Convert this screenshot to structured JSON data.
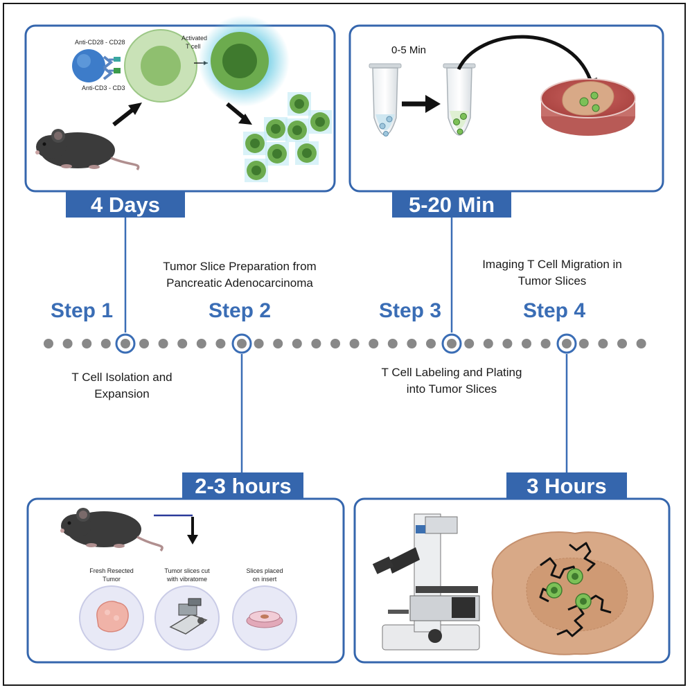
{
  "steps": [
    {
      "label": "Step 1",
      "desc_line1": "T Cell Isolation and",
      "desc_line2": "Expansion",
      "duration": "4 Days"
    },
    {
      "label": "Step 2",
      "desc_line1": "Tumor Slice Preparation from",
      "desc_line2": "Pancreatic Adenocarcinoma",
      "duration": "2-3 hours"
    },
    {
      "label": "Step 3",
      "desc_line1": "T Cell Labeling and Plating",
      "desc_line2": "into Tumor Slices",
      "duration": "5-20 Min"
    },
    {
      "label": "Step 4",
      "desc_line1": "Imaging T Cell Migration in",
      "desc_line2": "Tumor Slices",
      "duration": "3 Hours"
    }
  ],
  "panel1": {
    "antibody_top": "Anti-CD28 - CD28",
    "antibody_bottom": "Anti-CD3 - CD3",
    "activated_line1": "Activated",
    "activated_line2": "T cell"
  },
  "panel2": {
    "fresh_line1": "Fresh Resected",
    "fresh_line2": "Tumor",
    "cut_line1": "Tumor slices cut",
    "cut_line2": "with vibratome",
    "placed_line1": "Slices placed",
    "placed_line2": "on insert"
  },
  "panel3": {
    "time_label": "0-5 Min"
  },
  "colors": {
    "accent_blue": "#3a6db5",
    "tag_blue": "#3566ad",
    "cell_green": "#6cab4e",
    "tumor_tan": "#d8a987"
  }
}
